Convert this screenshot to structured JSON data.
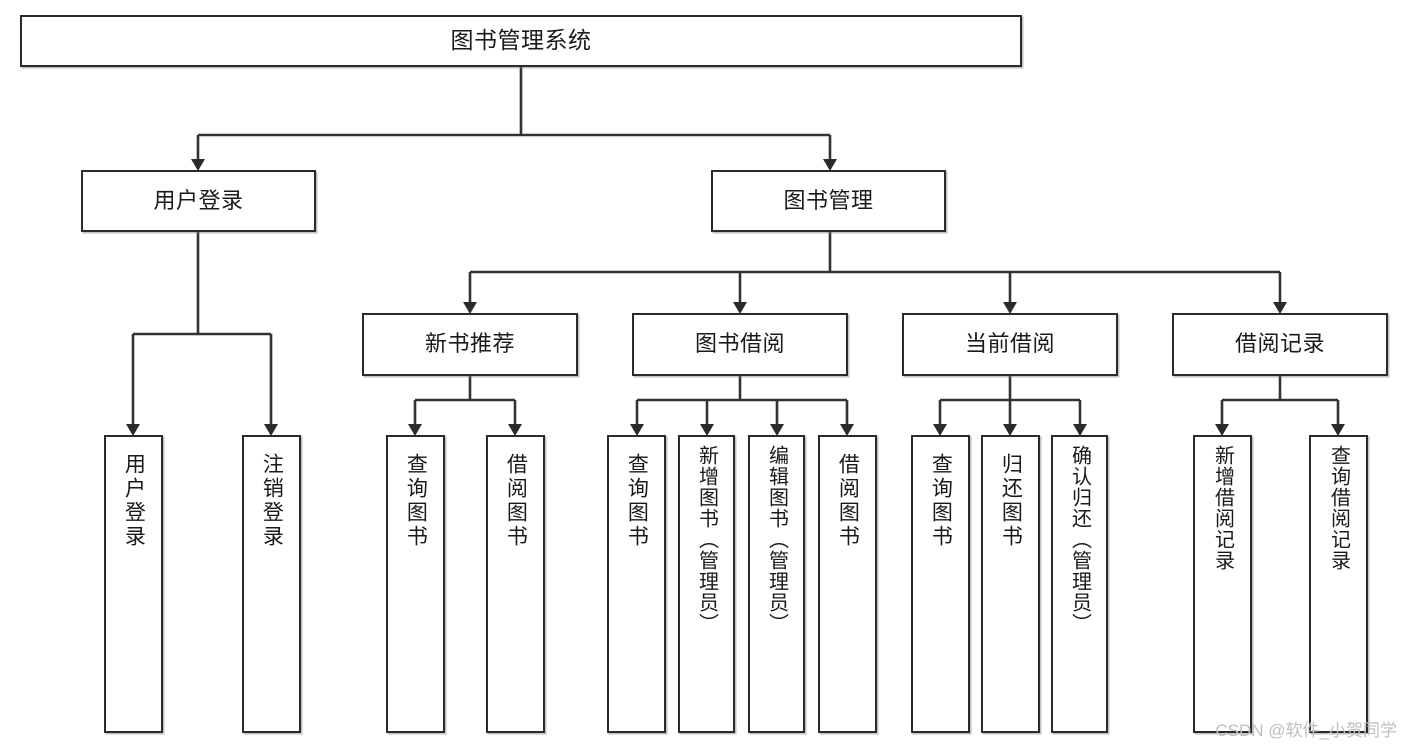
{
  "diagram": {
    "type": "tree",
    "title": "图书管理系统",
    "orientation": "top-down",
    "colors": {
      "box_border": "#2b2b2b",
      "box_fill": "#ffffff",
      "connector": "#333333",
      "text": "#1a1a1a",
      "watermark": "#bfbfbf"
    },
    "nodes": {
      "root": {
        "label": "图书管理系统"
      },
      "level1": [
        {
          "label": "用户登录"
        },
        {
          "label": "图书管理"
        }
      ],
      "level2": [
        {
          "label": "新书推荐"
        },
        {
          "label": "图书借阅"
        },
        {
          "label": "当前借阅"
        },
        {
          "label": "借阅记录"
        }
      ],
      "leaves": {
        "user_login": [
          {
            "label": "用户登录"
          },
          {
            "label": "注销登录"
          }
        ],
        "new_book_recommend": [
          {
            "label": "查询图书"
          },
          {
            "label": "借阅图书"
          }
        ],
        "book_borrow": [
          {
            "label": "查询图书"
          },
          {
            "label": "新增图书（管理员）"
          },
          {
            "label": "编辑图书（管理员）"
          },
          {
            "label": "借阅图书"
          }
        ],
        "current_borrow": [
          {
            "label": "查询图书"
          },
          {
            "label": "归还图书"
          },
          {
            "label": "确认归还（管理员）"
          }
        ],
        "borrow_record": [
          {
            "label": "新增借阅记录"
          },
          {
            "label": "查询借阅记录"
          }
        ]
      }
    },
    "watermark": "CSDN @软件_小贺同学"
  }
}
